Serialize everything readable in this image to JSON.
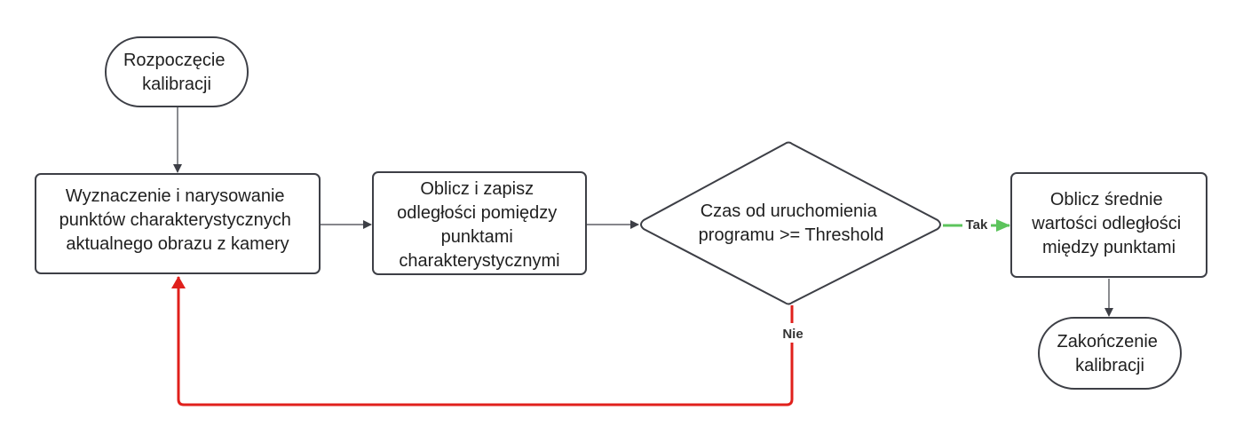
{
  "nodes": {
    "start": {
      "lines": [
        "Rozpoczęcie",
        "kalibracji"
      ]
    },
    "detect": {
      "lines": [
        "Wyznaczenie i narysowanie",
        "punktów charakterystycznych",
        "aktualnego obrazu z kamery"
      ]
    },
    "compute": {
      "lines": [
        "Oblicz i zapisz",
        "odległości pomiędzy",
        "punktami",
        "charakterystycznymi"
      ]
    },
    "decision": {
      "lines": [
        "Czas od uruchomienia",
        "programu >= Threshold"
      ]
    },
    "average": {
      "lines": [
        "Oblicz średnie",
        "wartości odległości",
        "między punktami"
      ]
    },
    "end": {
      "lines": [
        "Zakończenie",
        "kalibracji"
      ]
    }
  },
  "edges": {
    "yes_label": "Tak",
    "no_label": "Nie"
  },
  "colors": {
    "stroke": "#3d3f46",
    "yes": "#5cc45c",
    "no": "#e0201c"
  }
}
